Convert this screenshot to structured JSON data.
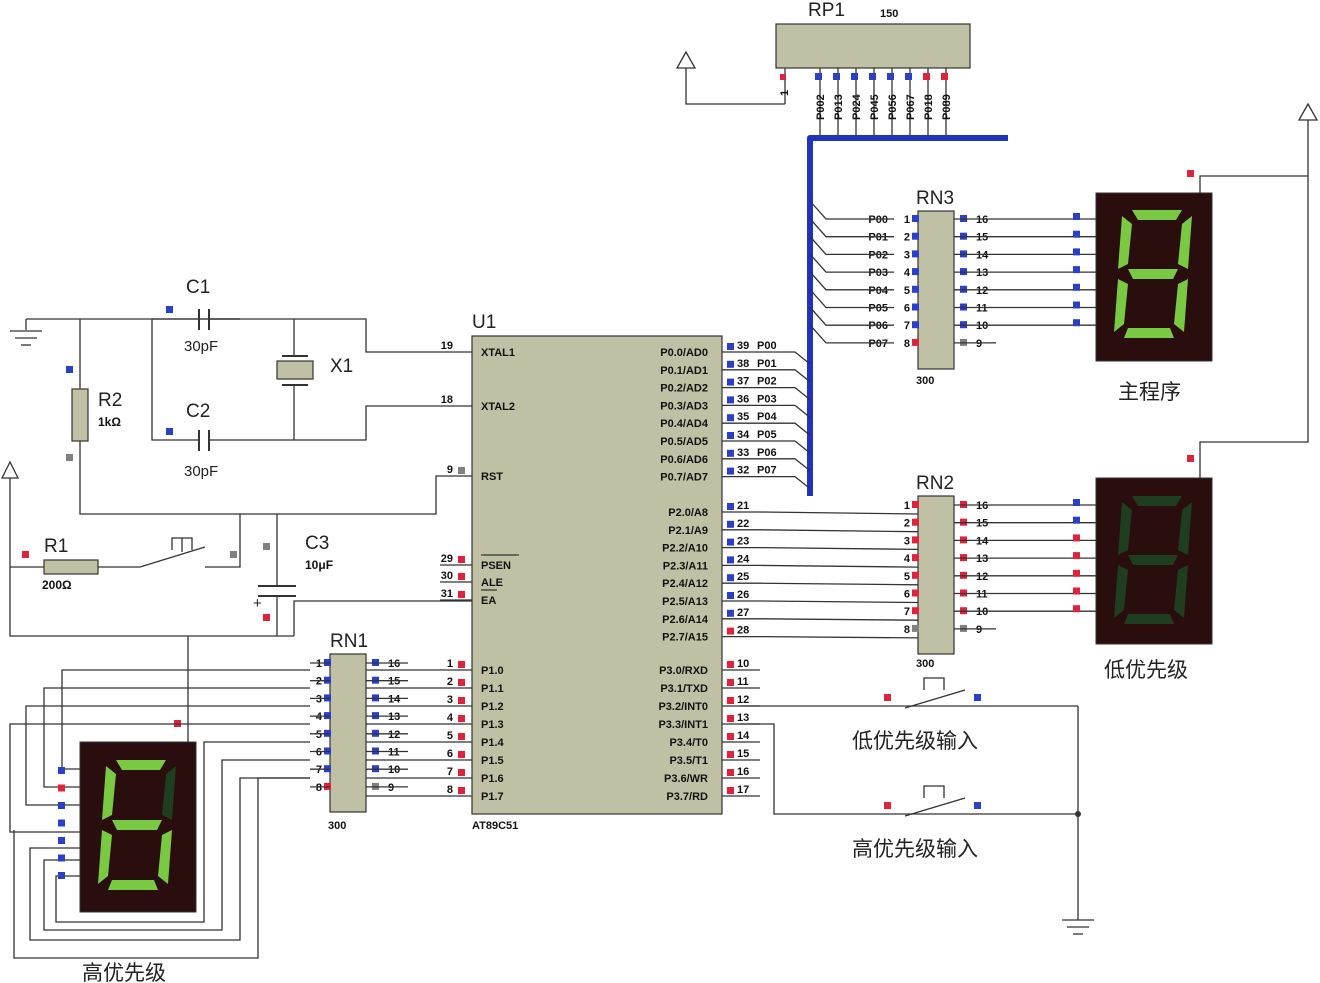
{
  "components": {
    "rp1": {
      "name": "RP1",
      "value": "150",
      "pin1": "1",
      "pins": [
        "P002",
        "P013",
        "P024",
        "P045",
        "P056",
        "P067",
        "P018",
        "P089"
      ]
    },
    "u1": {
      "name": "U1",
      "part": "AT89C51",
      "left": [
        {
          "num": "19",
          "label": "XTAL1"
        },
        {
          "num": "18",
          "label": "XTAL2"
        },
        {
          "num": "9",
          "label": "RST"
        },
        {
          "num": "29",
          "label": "PSEN"
        },
        {
          "num": "30",
          "label": "ALE"
        },
        {
          "num": "31",
          "label": "EA"
        },
        {
          "num": "1",
          "label": "P1.0"
        },
        {
          "num": "2",
          "label": "P1.1"
        },
        {
          "num": "3",
          "label": "P1.2"
        },
        {
          "num": "4",
          "label": "P1.3"
        },
        {
          "num": "5",
          "label": "P1.4"
        },
        {
          "num": "6",
          "label": "P1.5"
        },
        {
          "num": "7",
          "label": "P1.6"
        },
        {
          "num": "8",
          "label": "P1.7"
        }
      ],
      "right": [
        {
          "num": "39",
          "label": "P0.0/AD0",
          "net": "P00"
        },
        {
          "num": "38",
          "label": "P0.1/AD1",
          "net": "P01"
        },
        {
          "num": "37",
          "label": "P0.2/AD2",
          "net": "P02"
        },
        {
          "num": "36",
          "label": "P0.3/AD3",
          "net": "P03"
        },
        {
          "num": "35",
          "label": "P0.4/AD4",
          "net": "P04"
        },
        {
          "num": "34",
          "label": "P0.5/AD5",
          "net": "P05"
        },
        {
          "num": "33",
          "label": "P0.6/AD6",
          "net": "P06"
        },
        {
          "num": "32",
          "label": "P0.7/AD7",
          "net": "P07"
        },
        {
          "num": "21",
          "label": "P2.0/A8"
        },
        {
          "num": "22",
          "label": "P2.1/A9"
        },
        {
          "num": "23",
          "label": "P2.2/A10"
        },
        {
          "num": "24",
          "label": "P2.3/A11"
        },
        {
          "num": "25",
          "label": "P2.4/A12"
        },
        {
          "num": "26",
          "label": "P2.5/A13"
        },
        {
          "num": "27",
          "label": "P2.6/A14"
        },
        {
          "num": "28",
          "label": "P2.7/A15"
        },
        {
          "num": "10",
          "label": "P3.0/RXD"
        },
        {
          "num": "11",
          "label": "P3.1/TXD"
        },
        {
          "num": "12",
          "label": "P3.2/INT0"
        },
        {
          "num": "13",
          "label": "P3.3/INT1"
        },
        {
          "num": "14",
          "label": "P3.4/T0"
        },
        {
          "num": "15",
          "label": "P3.5/T1"
        },
        {
          "num": "16",
          "label": "P3.6/WR"
        },
        {
          "num": "17",
          "label": "P3.7/RD"
        }
      ]
    },
    "rn1": {
      "name": "RN1",
      "value": "300"
    },
    "rn2": {
      "name": "RN2",
      "value": "300"
    },
    "rn3": {
      "name": "RN3",
      "value": "300",
      "nets": [
        "P00",
        "P01",
        "P02",
        "P03",
        "P04",
        "P05",
        "P06",
        "P07"
      ]
    },
    "rn_left": [
      "1",
      "2",
      "3",
      "4",
      "5",
      "6",
      "7",
      "8"
    ],
    "rn_right": [
      "16",
      "15",
      "14",
      "13",
      "12",
      "11",
      "10",
      "9"
    ],
    "c1": {
      "name": "C1",
      "value": "30pF"
    },
    "c2": {
      "name": "C2",
      "value": "30pF"
    },
    "c3": {
      "name": "C3",
      "value": "10μF"
    },
    "x1": {
      "name": "X1"
    },
    "r1": {
      "name": "R1",
      "value": "200Ω"
    },
    "r2": {
      "name": "R2",
      "value": "1kΩ"
    }
  },
  "displays": {
    "main": {
      "label": "主程序",
      "segments_on": [
        "a",
        "b",
        "c",
        "d",
        "e",
        "f",
        "g"
      ]
    },
    "low": {
      "label": "低优先级",
      "segments_on": []
    },
    "high": {
      "label": "高优先级",
      "segments_on": [
        "a",
        "d",
        "e",
        "f",
        "g",
        "c"
      ]
    }
  },
  "switches": {
    "low_input": "低优先级输入",
    "high_input": "高优先级输入"
  },
  "colors": {
    "pin_blue": "#2b3fc8",
    "pin_red": "#e0223c",
    "pin_gray": "#808080",
    "bus": "#2233bb",
    "seg_on": "#7ac943",
    "seg_off": "#1f3d1f",
    "display_bg": "#2a0d0d"
  }
}
